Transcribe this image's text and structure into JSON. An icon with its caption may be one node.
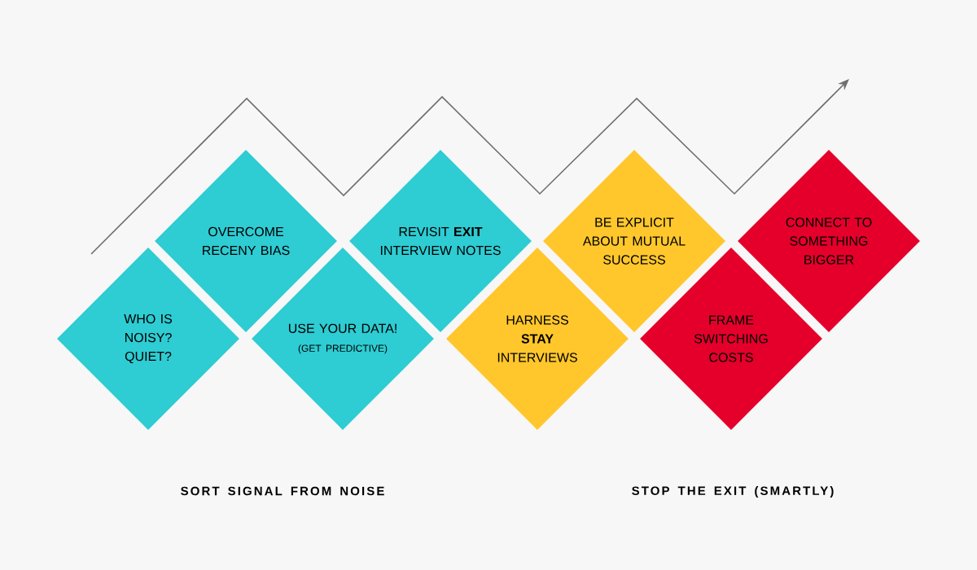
{
  "diagram": {
    "nodes": [
      {
        "text": [
          "WHO IS NOISY? QUIET?"
        ]
      },
      {
        "text": [
          "OVERCOME RECENY BIAS"
        ]
      },
      {
        "text": [
          "USE YOUR DATA!",
          "(GET PREDICTIVE)"
        ]
      },
      {
        "text": [
          "REVISIT **EXIT** INTERVIEW NOTES"
        ]
      },
      {
        "text": [
          "HARNESS **STAY** INTERVIEWS"
        ]
      },
      {
        "text": [
          "BE EXPLICIT ABOUT MUTUAL SUCCESS"
        ]
      },
      {
        "text": [
          "FRAME SWITCHING COSTS"
        ]
      },
      {
        "text": [
          "CONNECT TO SOMETHING BIGGER"
        ]
      }
    ],
    "labels": [
      "SORT SIGNAL FROM NOISE",
      "STOP THE EXIT (SMARTLY)"
    ]
  }
}
